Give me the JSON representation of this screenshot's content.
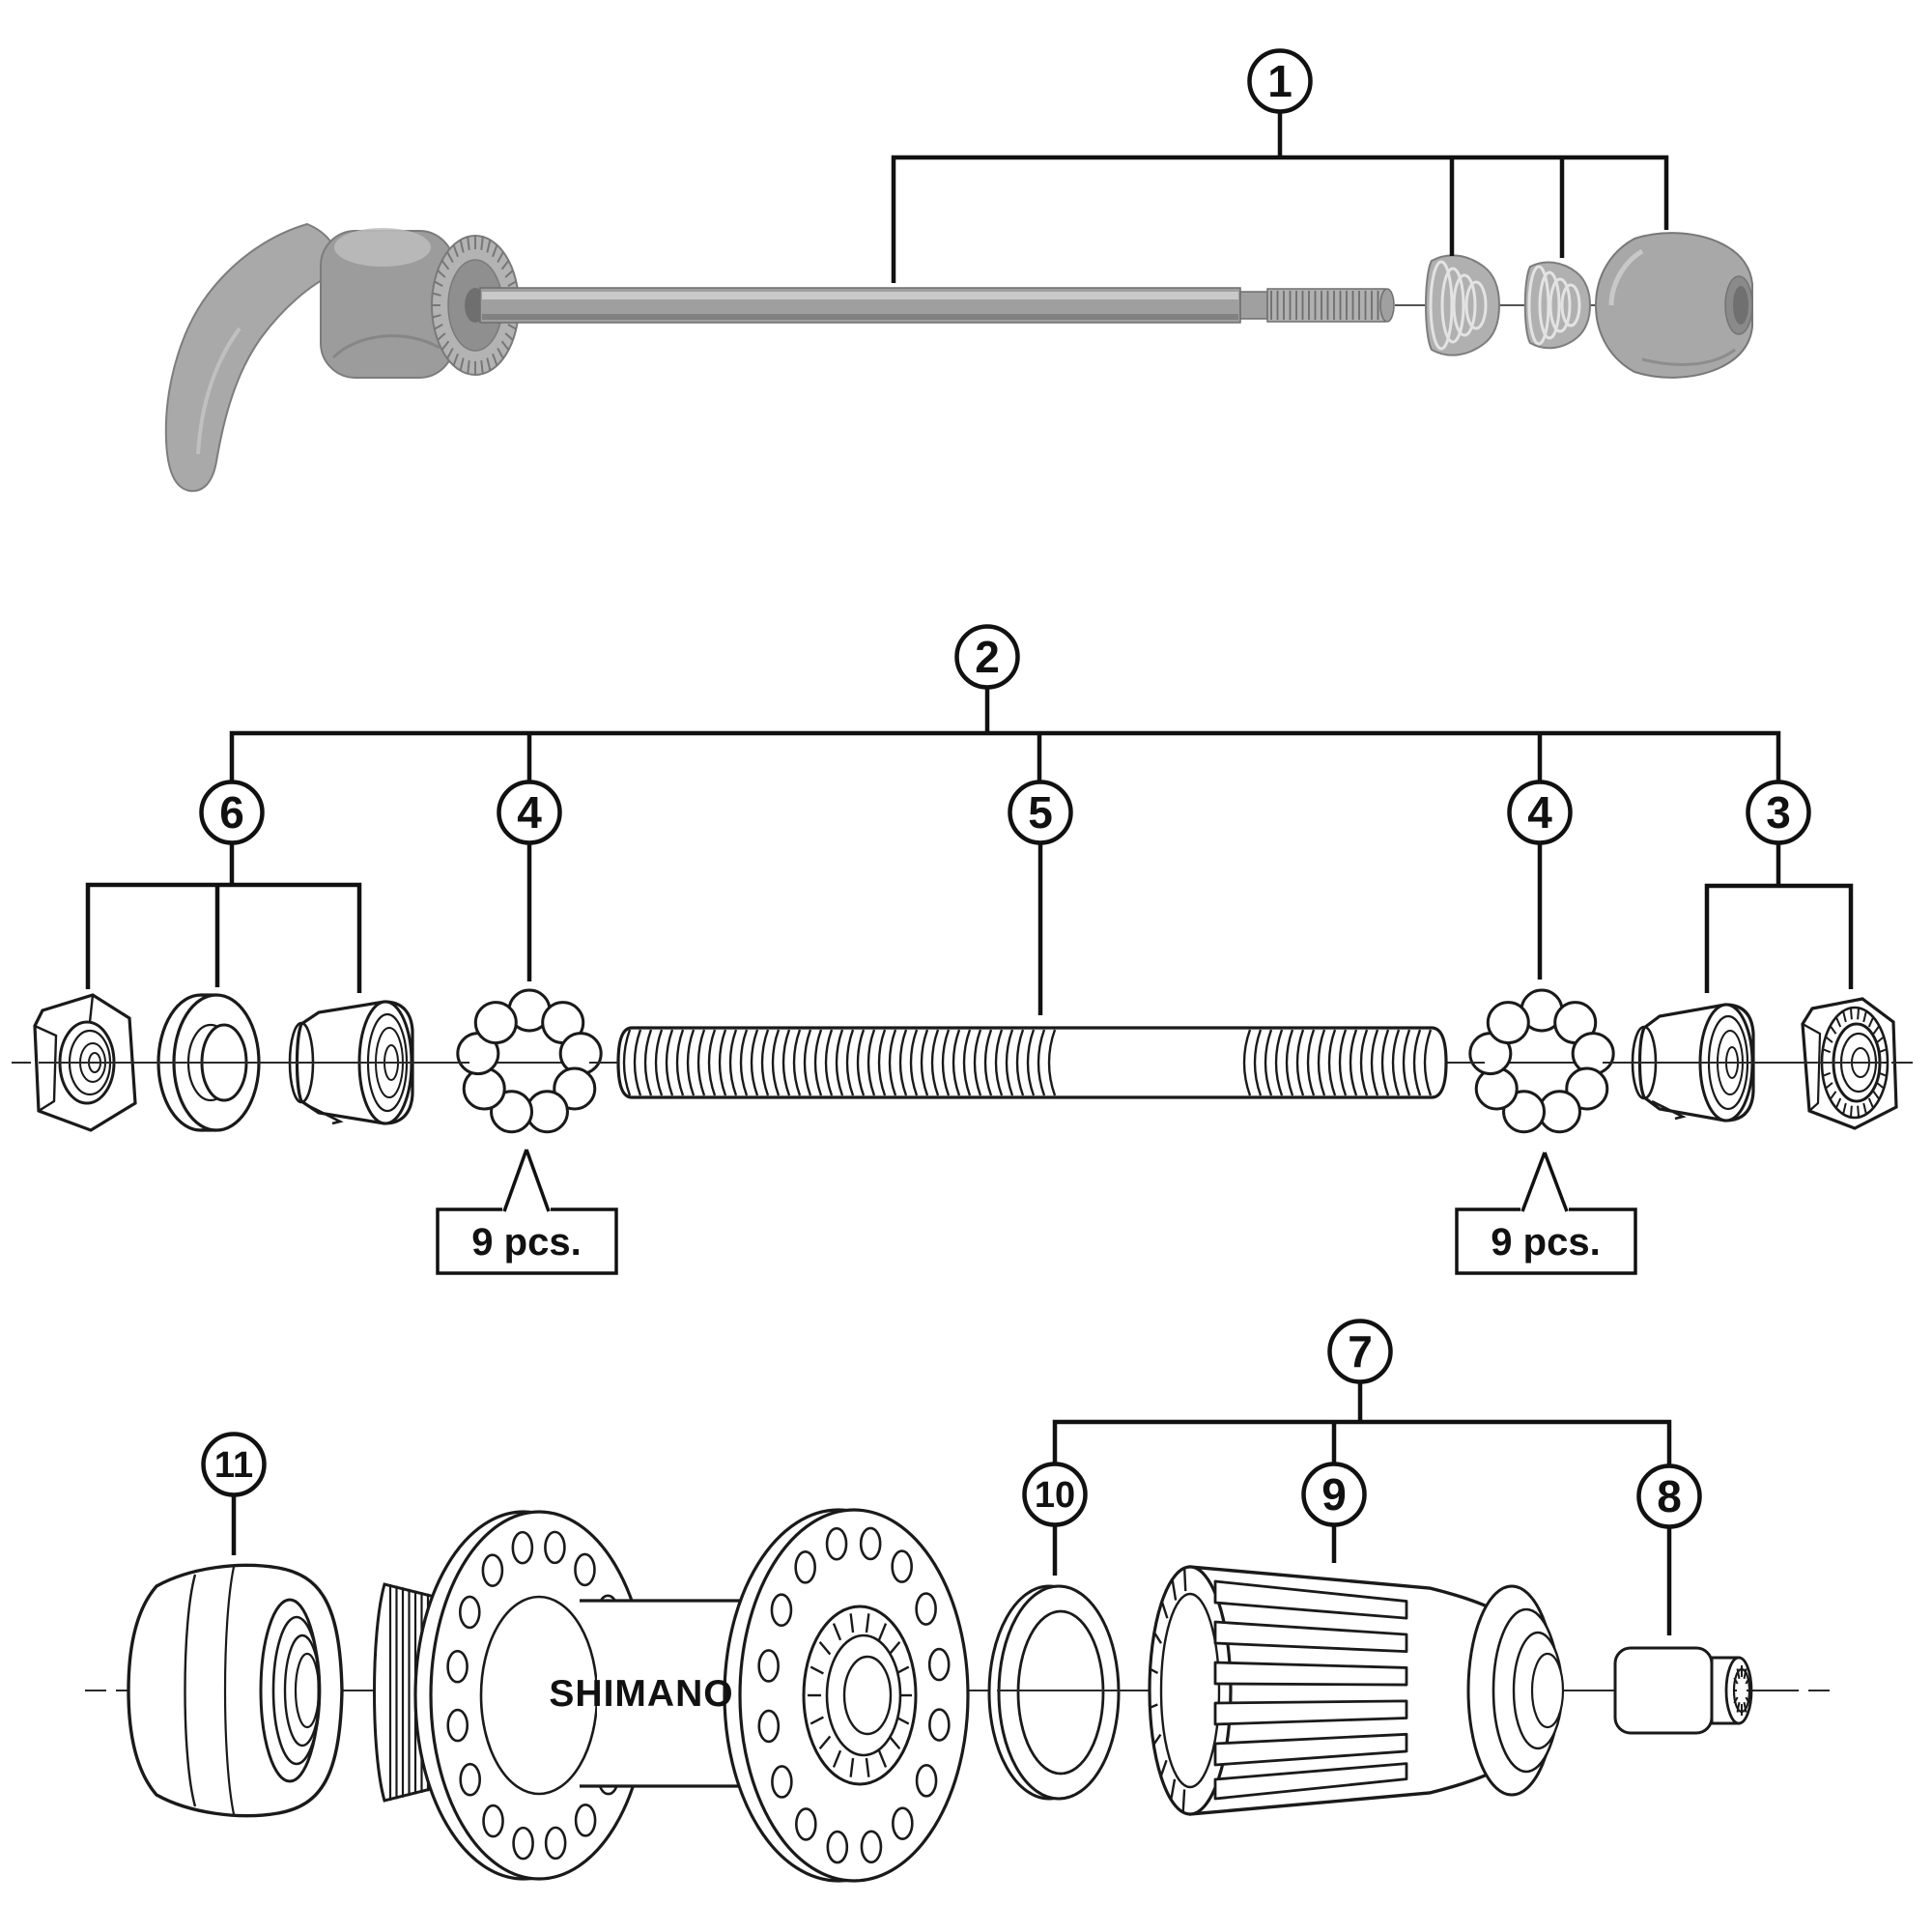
{
  "figure": {
    "type": "exploded-parts-diagram",
    "subject": "bicycle rear hub with quick release",
    "brand_label": "SHIMANO",
    "callouts": [
      {
        "number": "1"
      },
      {
        "number": "2"
      },
      {
        "number": "3"
      },
      {
        "number": "4"
      },
      {
        "number": "5"
      },
      {
        "number": "6"
      },
      {
        "number": "7"
      },
      {
        "number": "8"
      },
      {
        "number": "9"
      },
      {
        "number": "10"
      },
      {
        "number": "11"
      }
    ],
    "quantity_labels": {
      "left": "9 pcs.",
      "right": "9 pcs."
    }
  },
  "colors": {
    "background": "#ffffff",
    "line": "#1a1a1a",
    "metal_light": "#c9c9c9",
    "metal_mid": "#a6a6a6",
    "metal_dark": "#7f7f7f"
  }
}
